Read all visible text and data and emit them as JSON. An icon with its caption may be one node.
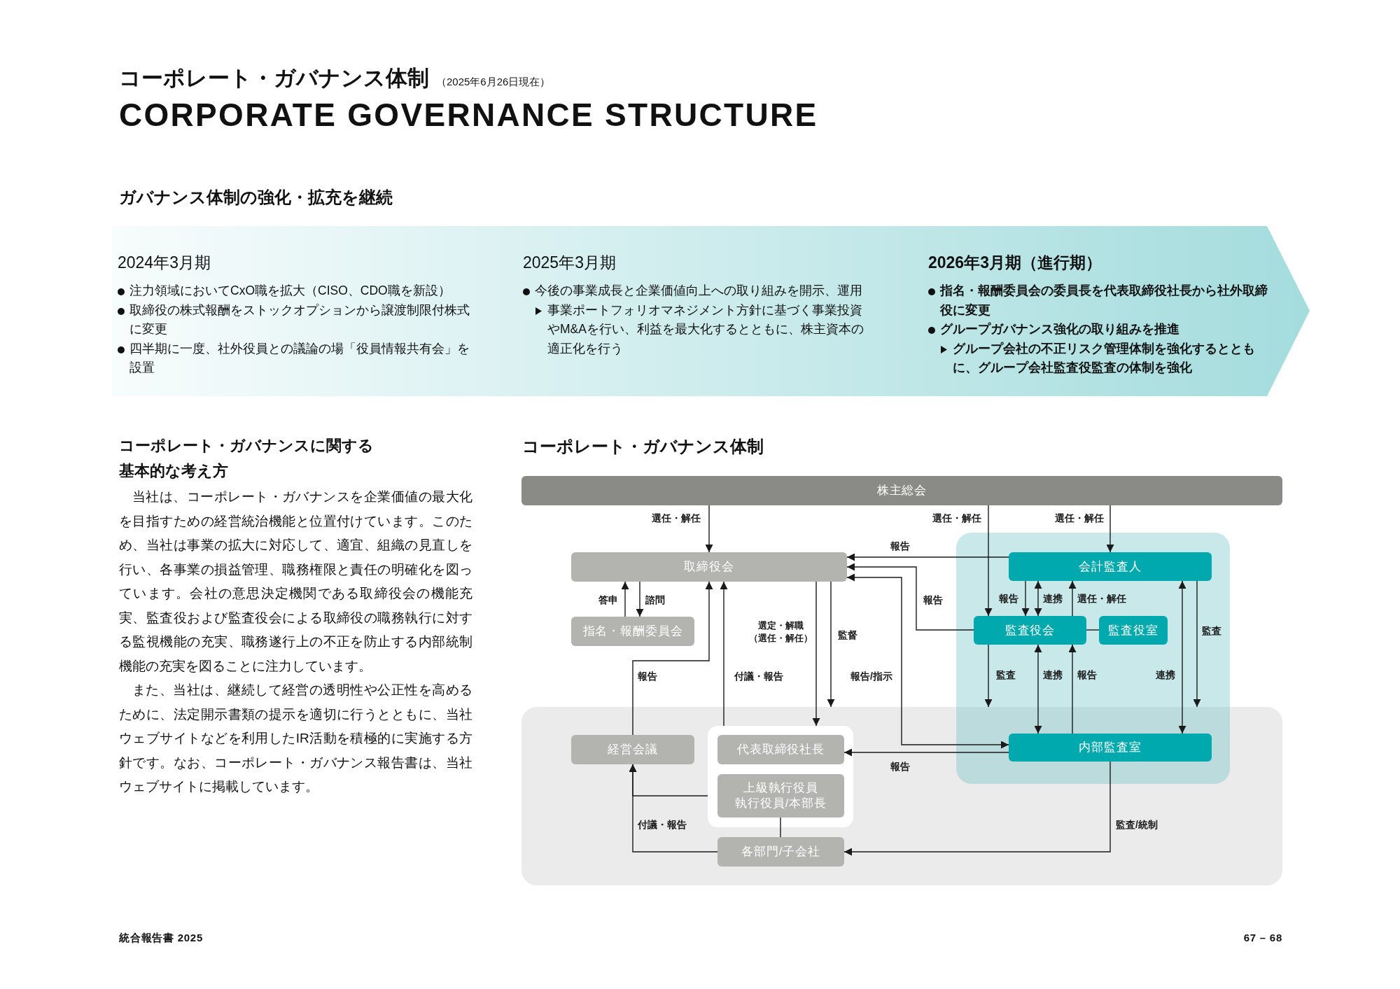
{
  "diagram": {
    "title": "コーポレート・ガバナンス体制",
    "nodes": [
      {
        "text": [
          "2024年3月期",
          "注力領域においてCxO職を拡大（CISO、CDO職を新設）",
          "取締役の株式報酬をストックオプションから譲渡制限付株式に変更",
          "四半期に一度、社外役員との議論の場「役員情報共有会」を設置",
          "2025年3月期",
          "今後の事業成長と企業価値向上への取り組みを開示、運用",
          "事業ポートフォリオマネジメント方針に基づく事業投資やM&Aを行い、利益を最大化するとともに、株主資本の適正化を行う",
          "2026年3月期（進行期）",
          "指名・報酬委員会の委員長を代表取締役社長から社外取締役に変更",
          "グループガバナンス強化の取り組みを推進",
          "グループ会社の不正リスク管理体制を強化するとともに、グループ会社監査役監査の体制を強化"
        ]
      },
      {
        "text": [
          "株主総会"
        ]
      },
      {
        "text": [
          "取締役会"
        ]
      },
      {
        "text": [
          "指名・報酬委員会"
        ]
      },
      {
        "text": [],
        "shape": "box"
      },
      {
        "text": [
          "会計監査人"
        ],
        "in": 4
      },
      {
        "text": [
          "監査役会"
        ],
        "in": 4
      },
      {
        "text": [
          "監査役室"
        ],
        "in": 4
      },
      {
        "text": [],
        "shape": "box"
      },
      {
        "text": [
          "経営会議"
        ],
        "in": 8
      },
      {
        "text": [],
        "shape": "box",
        "in": 8
      },
      {
        "text": [
          "代表取締役社長"
        ],
        "in": 10
      },
      {
        "text": [
          "上級執行役員",
          "執行役員/本部長"
        ],
        "in": 10
      },
      {
        "text": [
          "内部監査室"
        ]
      },
      {
        "text": [
          "各部門/子会社"
        ],
        "in": 8
      }
    ],
    "edges": [
      {
        "from": 1,
        "to": 2,
        "arrow": "to",
        "label": "選任・解任"
      },
      {
        "from": 1,
        "to": 6,
        "arrow": "to",
        "label": "選任・解任"
      },
      {
        "from": 1,
        "to": 5,
        "arrow": "to",
        "label": "選任・解任"
      },
      {
        "from": 5,
        "to": 2,
        "arrow": "to",
        "label": "報告"
      },
      {
        "from": 6,
        "to": 2,
        "arrow": "to",
        "label": "報告"
      },
      {
        "from": 2,
        "to": 13,
        "arrow": "both",
        "label": "報告/指示"
      },
      {
        "from": 13,
        "to": 11,
        "arrow": "to",
        "label": "報告"
      },
      {
        "from": 2,
        "to": 3,
        "arrow": "to",
        "label": "諮問"
      },
      {
        "from": 3,
        "to": 2,
        "arrow": "to",
        "label": "答申"
      },
      {
        "from": 9,
        "to": 2,
        "arrow": "to",
        "label": "報告"
      },
      {
        "from": 10,
        "to": 2,
        "arrow": "to",
        "label": "付議・報告"
      },
      {
        "from": 2,
        "to": 10,
        "arrow": "to",
        "label": "選定・解職（選任・解任）"
      },
      {
        "from": 2,
        "to": 8,
        "arrow": "to",
        "label": "監督"
      },
      {
        "from": 5,
        "to": 6,
        "arrow": "to",
        "label": "報告"
      },
      {
        "from": 5,
        "to": 6,
        "arrow": "both",
        "label": "連携"
      },
      {
        "from": 6,
        "to": 5,
        "arrow": "to",
        "label": "選任・解任"
      },
      {
        "from": 6,
        "to": 7,
        "arrow": "none"
      },
      {
        "from": 6,
        "to": 8,
        "arrow": "to",
        "label": "監査"
      },
      {
        "from": 6,
        "to": 13,
        "arrow": "both",
        "label": "連携"
      },
      {
        "from": 13,
        "to": 6,
        "arrow": "to",
        "label": "報告"
      },
      {
        "from": 5,
        "to": 13,
        "arrow": "both",
        "label": "連携"
      },
      {
        "from": 5,
        "to": 8,
        "arrow": "to",
        "label": "監査"
      },
      {
        "from": 12,
        "to": 14,
        "arrow": "none"
      },
      {
        "from": 14,
        "to": 9,
        "arrow": "to",
        "label": "付議・報告"
      },
      {
        "from": 10,
        "to": 9,
        "arrow": "to"
      },
      {
        "from": 13,
        "to": 14,
        "arrow": "to",
        "label": "監査/統制"
      }
    ],
    "labels": [
      "（2025年6月26日現在）",
      "CORPORATE GOVERNANCE STRUCTURE",
      "ガバナンス体制の強化・拡充を継続",
      "コーポレート・ガバナンスに関する基本的な考え方",
      "当社は、コーポレート・ガバナンスを企業価値の最大化を目指すための経営統治機能と位置付けています。このため、当社は事業の拡大に対応して、適宜、組織の見直しを行い、各事業の損益管理、職務権限と責任の明確化を図っています。会社の意思決定機関である取締役会の機能充実、監査役および監査役会による取締役の職務執行に対する監視機能の充実、職務遂行上の不正を防止する内部統制機能の充実を図ることに注力しています。",
      "また、当社は、継続して経営の透明性や公正性を高めるために、法定開示書類の提示を適切に行うとともに、当社ウェブサイトなどを利用したIR活動を積極的に実施する方針です。なお、コーポレート・ガバナンス報告書は、当社ウェブサイトに掲載しています。",
      "コーポレート・ガバナンス体制",
      "統合報告書 2025",
      "67 – 68"
    ]
  }
}
